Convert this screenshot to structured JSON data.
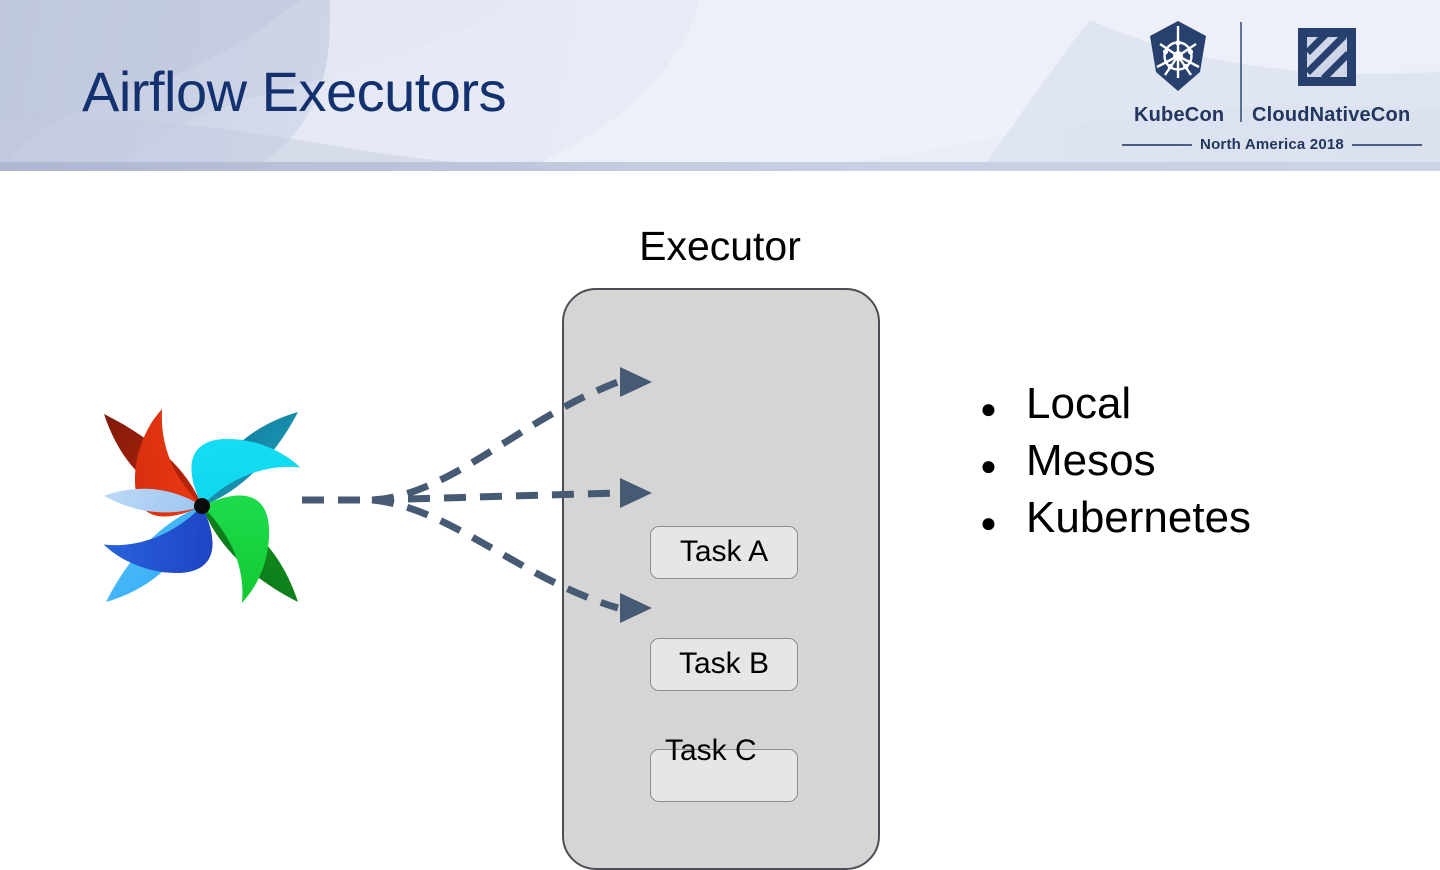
{
  "slide": {
    "title": "Airflow Executors",
    "title_color": "#12316e",
    "background": "#ffffff"
  },
  "conference_logo": {
    "kubernetes_icon": "kubernetes-wheel-icon",
    "cloudnative_icon": "cloudnativecon-square-icon",
    "kubecon_name": "KubeCon",
    "cloudnativecon_name": "CloudNativeCon",
    "subtitle": "North America 2018",
    "brand_color": "#23365f"
  },
  "diagram": {
    "airflow_logo_icon": "airflow-pinwheel-icon",
    "executor_label": "Executor",
    "executor_box_color": "#d5d5d5",
    "task_box_color": "#e6e6e6",
    "arrow_color": "#465a73",
    "tasks": [
      {
        "label": "Task A"
      },
      {
        "label": "Task B"
      },
      {
        "label": "Task C"
      }
    ]
  },
  "executor_types": {
    "bullet_glyph": "●",
    "items": [
      {
        "label": "Local"
      },
      {
        "label": "Mesos"
      },
      {
        "label": "Kubernetes"
      }
    ]
  }
}
